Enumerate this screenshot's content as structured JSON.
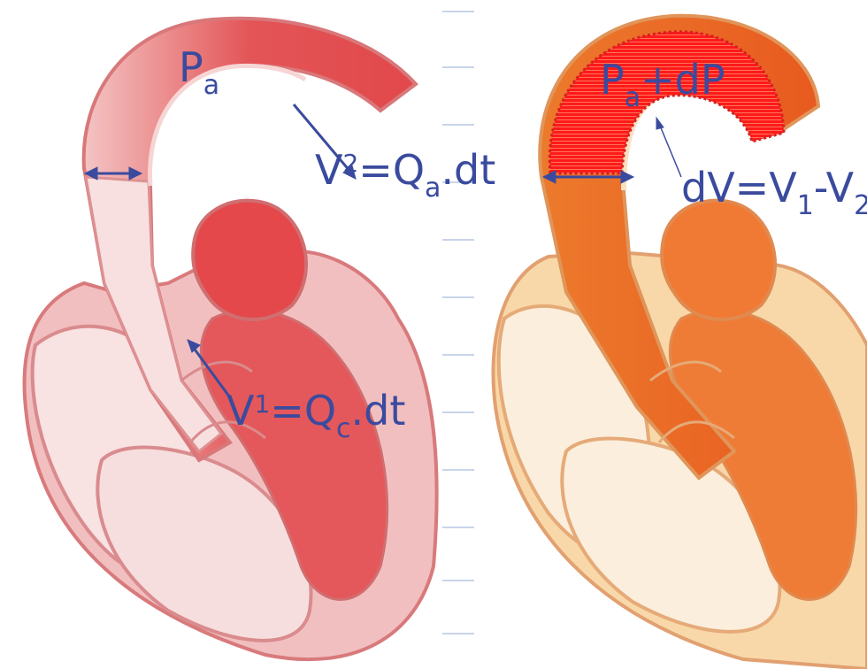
{
  "left_panel": {
    "label_pa": {
      "main": "P",
      "sub": "a"
    },
    "label_v2": {
      "v": "V",
      "sup": "2",
      "eq": "=Q",
      "sub": "a",
      "tail": ".dt"
    },
    "label_v1": {
      "v": "V",
      "sup": "1",
      "eq": "=Q",
      "sub": "c",
      "tail": ".dt"
    }
  },
  "right_panel": {
    "label_padp": {
      "main": "P",
      "sub": "a",
      "tail": "+dP"
    },
    "label_dv": {
      "head": "dV=V",
      "sub1": "1",
      "mid": "-V",
      "sub2": "2"
    }
  },
  "colors": {
    "label": "#3a4b9e",
    "left_wall": "#e98a8a",
    "left_blood": "#e2484b",
    "left_pale": "#f6dcdc",
    "right_wall": "#f08a3a",
    "right_blood": "#e8501f",
    "right_pale": "#fbe6c8",
    "pressure_fill": "#ff1a1a"
  }
}
